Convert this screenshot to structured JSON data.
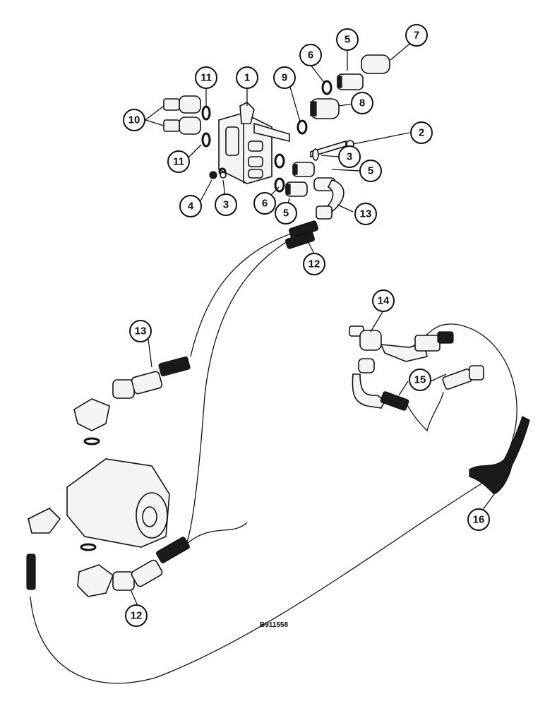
{
  "diagram": {
    "drawing_id": "B911558",
    "callouts": [
      {
        "label": "1"
      },
      {
        "label": "2"
      },
      {
        "label": "3"
      },
      {
        "label": "3"
      },
      {
        "label": "4"
      },
      {
        "label": "5"
      },
      {
        "label": "5"
      },
      {
        "label": "5"
      },
      {
        "label": "6"
      },
      {
        "label": "6"
      },
      {
        "label": "7"
      },
      {
        "label": "8"
      },
      {
        "label": "9"
      },
      {
        "label": "10"
      },
      {
        "label": "11"
      },
      {
        "label": "11"
      },
      {
        "label": "12"
      },
      {
        "label": "12"
      },
      {
        "label": "13"
      },
      {
        "label": "13"
      },
      {
        "label": "14"
      },
      {
        "label": "15"
      },
      {
        "label": "16"
      }
    ]
  }
}
